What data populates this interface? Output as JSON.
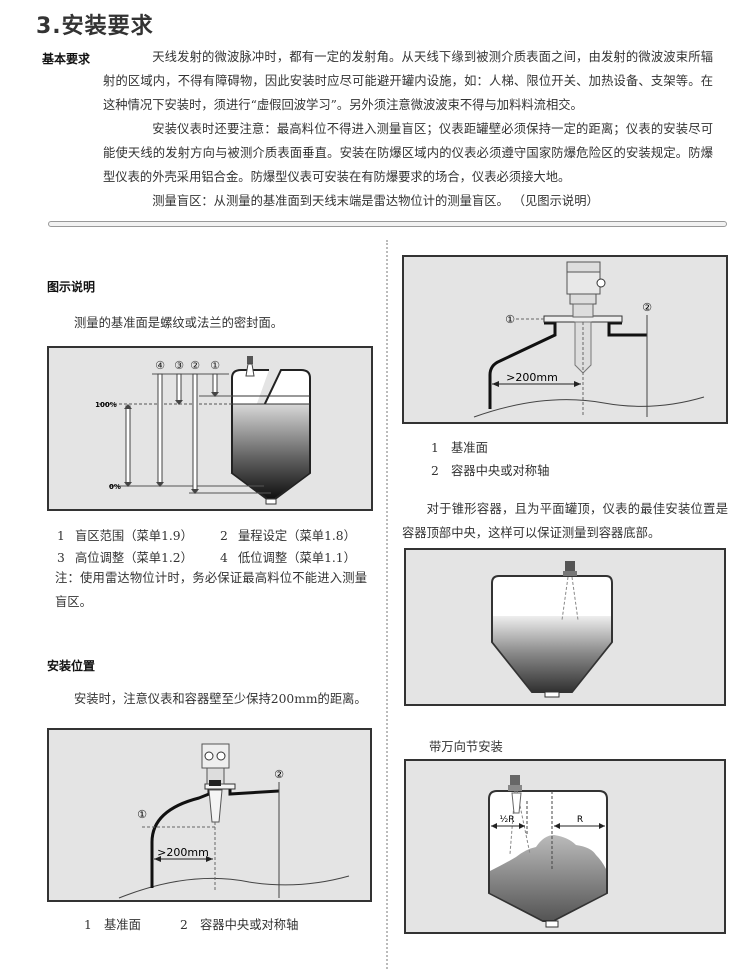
{
  "title": "3.安装要求",
  "basic": {
    "label": "基本要求",
    "paragraphs": [
      "天线发射的微波脉冲时，都有一定的发射角。从天线下缘到被测介质表面之间，由发射的微波波束所辐射的区域内，不得有障碍物，因此安装时应尽可能避开罐内设施，如：人梯、限位开关、加热设备、支架等。在这种情况下安装时，须进行“虚假回波学习”。另外须注意微波波束不得与加料料流相交。",
      "安装仪表时还要注意：最高料位不得进入测量盲区；仪表距罐壁必须保持一定的距离；仪表的安装尽可能使天线的发射方向与被测介质表面垂直。安装在防爆区域内的仪表必须遵守国家防爆危险区的安装规定。防爆型仪表的外壳采用铝合金。防爆型仪表可安装在有防爆要求的场合，仪表必须接大地。",
      "测量盲区：从测量的基准面到天线末端是雷达物位计的测量盲区。 （见图示说明）"
    ]
  },
  "diagram_section": {
    "heading": "图示说明",
    "intro": "测量的基准面是螺纹或法兰的密封面。",
    "figure": {
      "markers": [
        "④",
        "③",
        "②",
        "①"
      ],
      "pct_100": "100%",
      "pct_0": "0%"
    },
    "legend": [
      {
        "num": "1",
        "text": "盲区范围（菜单1.9）"
      },
      {
        "num": "2",
        "text": "量程设定（菜单1.8）"
      },
      {
        "num": "3",
        "text": "高位调整（菜单1.2）"
      },
      {
        "num": "4",
        "text": "低位调整（菜单1.1）"
      }
    ],
    "note": "注：使用雷达物位计时，务必保证最高料位不能进入测量盲区。"
  },
  "install_position": {
    "heading": "安装位置",
    "intro": "安装时，注意仪表和容器壁至少保持200mm的距离。",
    "figure": {
      "marker1": "①",
      "marker2": "②",
      "distance": ">200mm"
    },
    "legend": [
      {
        "num": "1",
        "text": "基准面"
      },
      {
        "num": "2",
        "text": "容器中央或对称轴"
      }
    ]
  },
  "right": {
    "figure1": {
      "marker1": "①",
      "marker2": "②",
      "distance": ">200mm"
    },
    "legend": [
      {
        "num": "1",
        "text": "基准面"
      },
      {
        "num": "2",
        "text": "容器中央或对称轴"
      }
    ],
    "cone_text": "对于锥形容器，且为平面罐顶，仪表的最佳安装位置是容器顶部中央，这样可以保证测量到容器底部。",
    "gimbal_heading": "带万向节安装",
    "gimbal_figure": {
      "half_r": "½R",
      "r": "R"
    }
  }
}
